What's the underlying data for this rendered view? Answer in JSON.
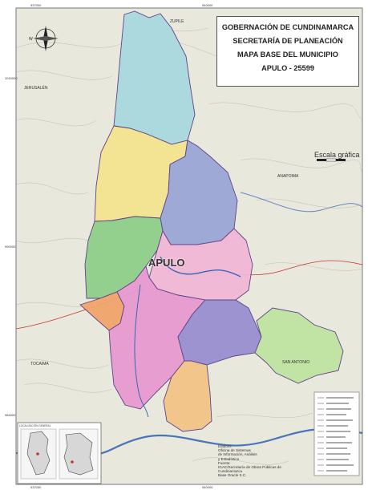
{
  "title": {
    "line1": "GOBERNACIÓN DE CUNDINAMARCA",
    "line2": "SECRETARÍA DE PLANEACIÓN",
    "line3": "MAPA BASE DEL MUNICIPIO",
    "line4": "APULO - 25599"
  },
  "scale_label": "Escala gráfica",
  "municipality_label": "APULO",
  "places": {
    "jerusalen": "JERUSALÉN",
    "anapoima": "ANAPOIMA",
    "tocaima": "TOCAIMA",
    "zupile": "ZUPILE",
    "san_antonio": "SAN ANTONIO"
  },
  "coordinates": {
    "top_left": "937000",
    "top_right": "940000",
    "left_upper": "1010000",
    "left_middle": "990000",
    "left_lower": "984000",
    "bottom_left": "937000",
    "bottom_right": "940000"
  },
  "credits": [
    "Elaboró:",
    "Oficina de Sistemas",
    "de Información, Análisis",
    "y Estadística",
    "Fuente:",
    "IGAC/Secretaría de Obras Públicas de",
    "Cundinamarca",
    "Base Oracle S.C."
  ],
  "inset_title": "LOCALIZACIÓN GENERAL",
  "colors": {
    "sheet": "#ffffff",
    "terrain": "#e9e8dd",
    "vereda_north": "#a9d9de",
    "vereda_yellow": "#f3e48f",
    "vereda_blue": "#9aa6d6",
    "vereda_green": "#8fcf8a",
    "vereda_pink_east": "#f1b7d5",
    "vereda_magenta": "#e79ad0",
    "vereda_violet": "#9a8fd1",
    "vereda_orange": "#f2a56b",
    "vereda_peach": "#f3c487",
    "vereda_light_green": "#bfe3a2",
    "river": "#2b5fb3",
    "boundary": "#5a3a86",
    "road": "#c6362b"
  }
}
